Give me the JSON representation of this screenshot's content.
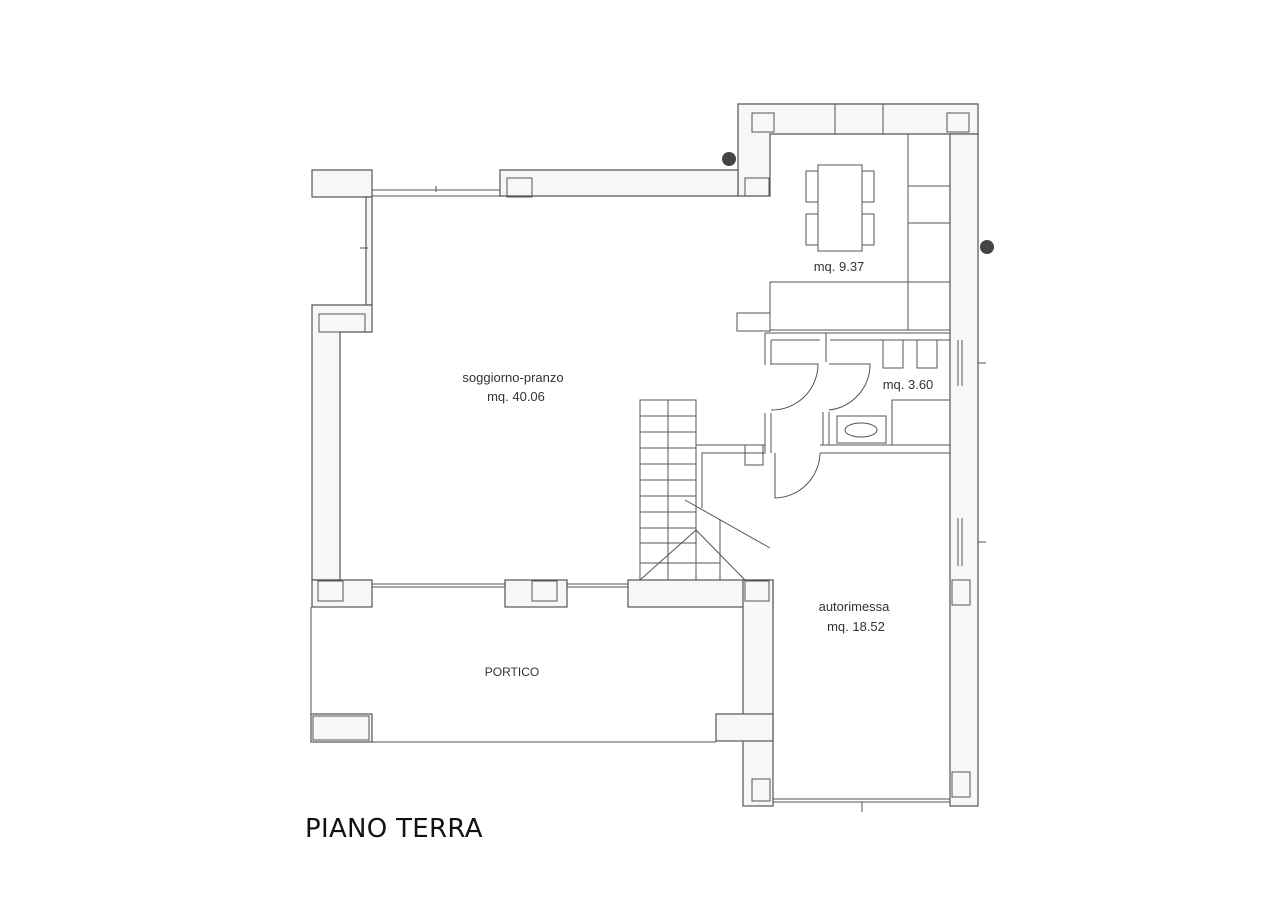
{
  "drawing": {
    "title": "PIANO TERRA",
    "colors": {
      "line": "#555555",
      "wall_fill": "#f7f7f7",
      "dot": "#444444",
      "text": "#333333"
    }
  },
  "rooms": [
    {
      "id": "kitchen",
      "name": "",
      "area": "mq. 9.37"
    },
    {
      "id": "living",
      "name": "soggiorno-pranzo",
      "area": "mq. 40.06"
    },
    {
      "id": "bathroom",
      "name": "",
      "area": "mq. 3.60"
    },
    {
      "id": "garage",
      "name": "autorimessa",
      "area": "mq. 18.52"
    },
    {
      "id": "portico",
      "name": "PORTICO",
      "area": ""
    }
  ]
}
